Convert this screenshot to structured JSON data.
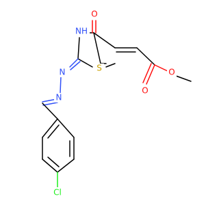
{
  "molecule": {
    "atoms": [
      {
        "id": "o-keto",
        "label": "O",
        "color": "#ff0d0d"
      },
      {
        "id": "nh-ring",
        "label": "NH",
        "color": "#3050f8"
      },
      {
        "id": "n-hydrazone-1",
        "label": "N",
        "color": "#3050f8"
      },
      {
        "id": "n-hydrazone-2",
        "label": "N",
        "color": "#3050f8"
      },
      {
        "id": "s-ring",
        "label": "S",
        "color": "#c8a000"
      },
      {
        "id": "o-ester-carbonyl",
        "label": "O",
        "color": "#ff0d0d"
      },
      {
        "id": "o-ester-ether",
        "label": "O",
        "color": "#ff0d0d"
      },
      {
        "id": "cl",
        "label": "Cl",
        "color": "#1ff01f"
      }
    ]
  }
}
